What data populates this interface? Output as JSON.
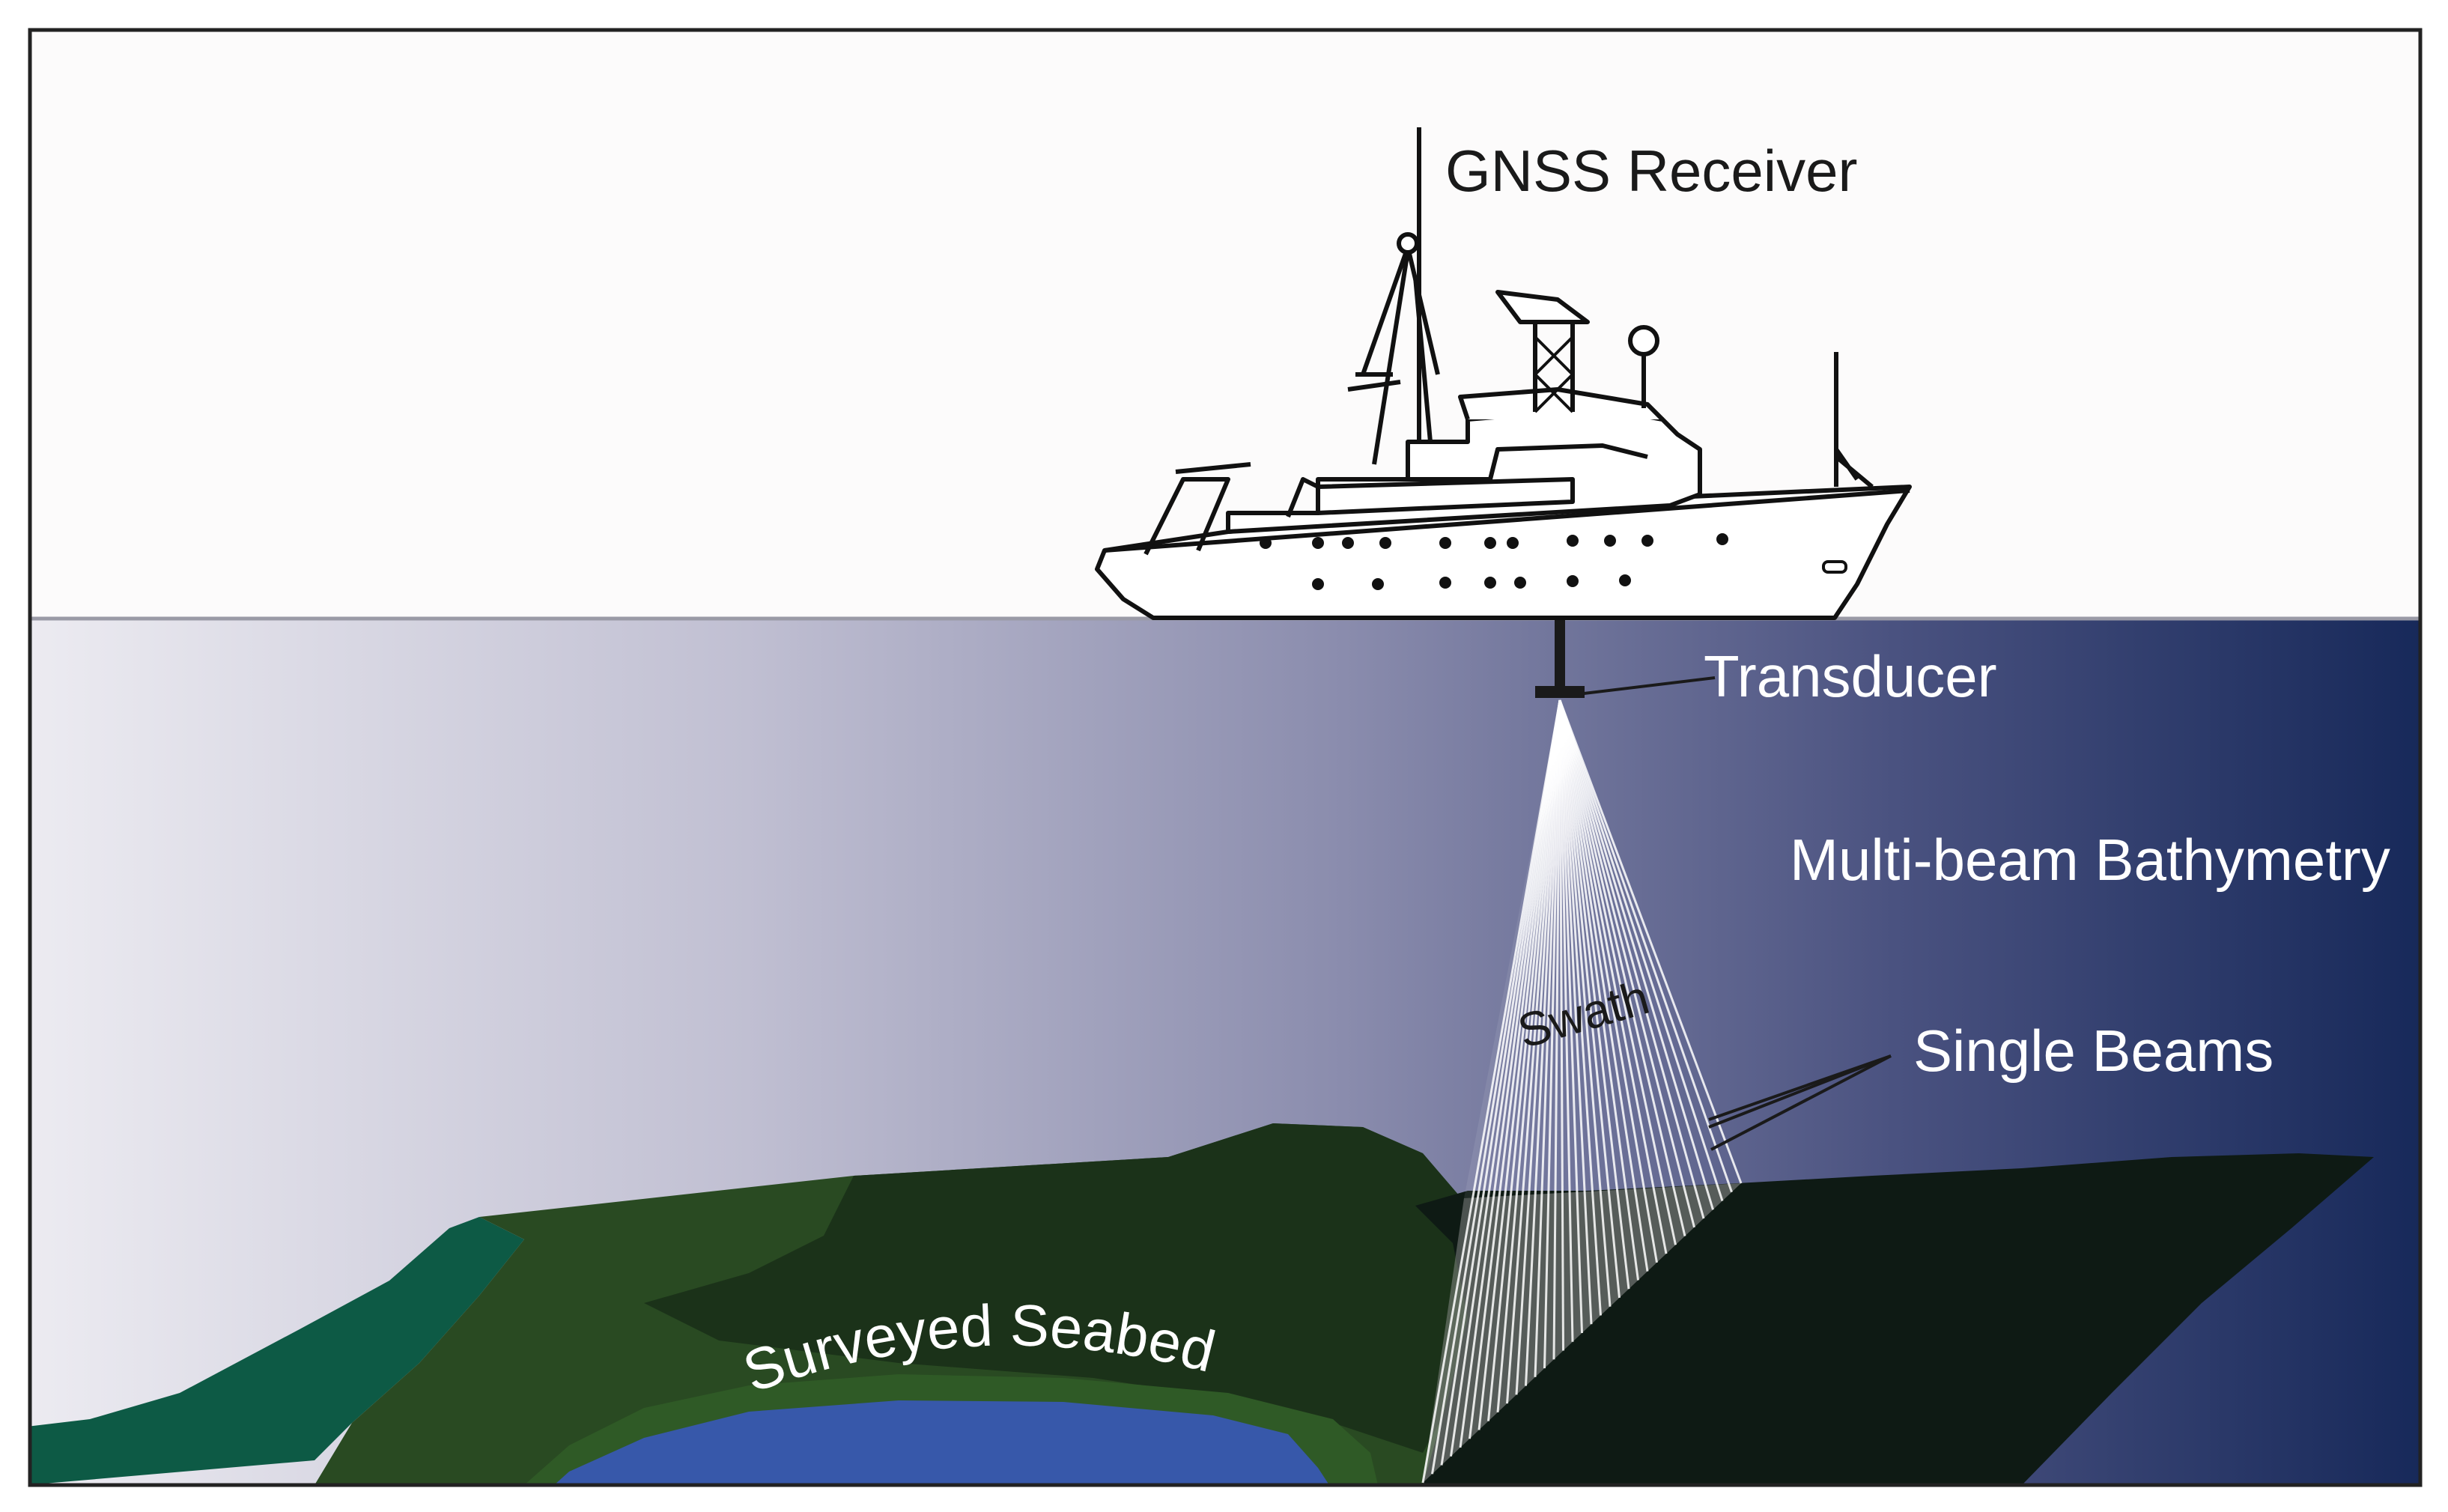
{
  "labels": {
    "gnss_receiver": "GNSS Receiver",
    "transducer": "Transducer",
    "method": "Multi-beam Bathymetry",
    "swath": "Swath",
    "single_beams": "Single Beams",
    "surveyed_seabed": "Surveyed Seabed"
  },
  "colors": {
    "sky": "#fcfbfb",
    "water_light": "#ecebf1",
    "water_dark": "#17295a",
    "seabed_teal": "#0d5a45",
    "seabed_green": "#294a22",
    "seabed_dark_green": "#1a2f18",
    "seabed_unsurveyed": "#0e1a14",
    "blue_patch": "#3758aa",
    "beam": "#ffffff",
    "ship_outline": "#111111",
    "frame": "#222222"
  },
  "icons": {
    "vessel": "research-vessel-icon"
  }
}
